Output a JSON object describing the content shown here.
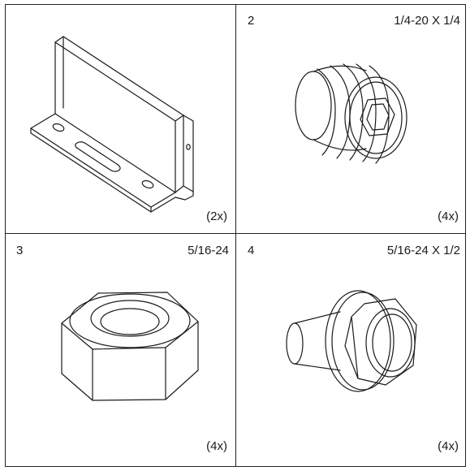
{
  "parts": [
    {
      "number": "",
      "spec": "",
      "quantity": "(2x)",
      "icon": "bracket-icon"
    },
    {
      "number": "2",
      "spec": "1/4-20 X 1/4",
      "quantity": "(4x)",
      "icon": "set-screw-icon"
    },
    {
      "number": "3",
      "spec": "5/16-24",
      "quantity": "(4x)",
      "icon": "hex-nut-icon"
    },
    {
      "number": "4",
      "spec": "5/16-24 X 1/2",
      "quantity": "(4x)",
      "icon": "flange-bolt-icon"
    }
  ]
}
